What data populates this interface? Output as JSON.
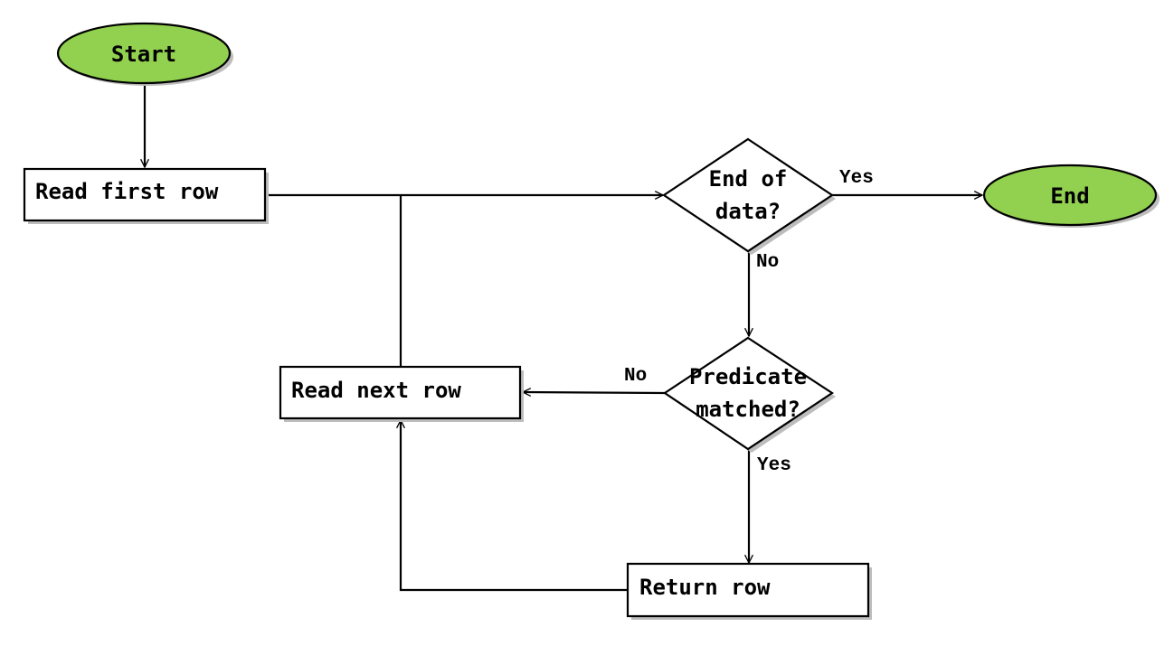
{
  "colors": {
    "terminal_fill": "#92d050",
    "stroke": "#000000",
    "box_fill": "#ffffff"
  },
  "nodes": {
    "start": "Start",
    "read_first_row": "Read first row",
    "end_of_data_line1": "End of",
    "end_of_data_line2": "data?",
    "end": "End",
    "read_next_row": "Read next row",
    "predicate_line1": "Predicate",
    "predicate_line2": "matched?",
    "return_row": "Return row"
  },
  "edge_labels": {
    "end_yes": "Yes",
    "end_no": "No",
    "predicate_no": "No",
    "predicate_yes": "Yes"
  }
}
